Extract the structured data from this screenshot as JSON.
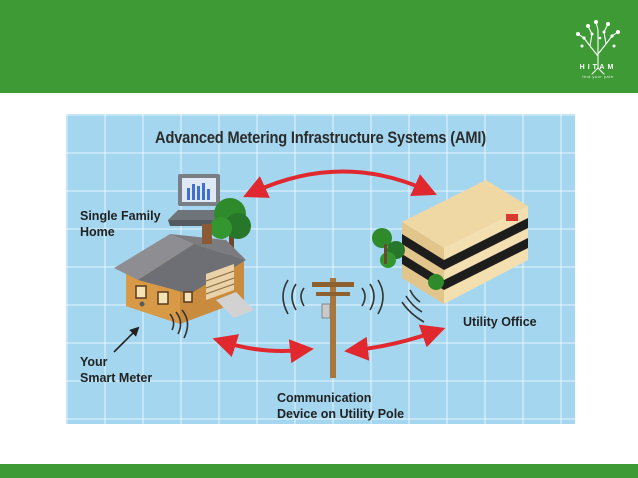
{
  "slide": {
    "logo_name": "HITAM",
    "logo_tagline": "find your path"
  },
  "diagram": {
    "title": "Advanced Metering Infrastructure Systems (AMI)",
    "labels": {
      "home_line1": "Single Family",
      "home_line2": "Home",
      "meter_line1": "Your",
      "meter_line2": "Smart Meter",
      "office": "Utility Office",
      "pole_line1": "Communication",
      "pole_line2": "Device on Utility Pole"
    }
  },
  "colors": {
    "header_green": "#3e9a35",
    "diagram_background": "#a4d7ef",
    "arrow_red": "#e0282e"
  }
}
